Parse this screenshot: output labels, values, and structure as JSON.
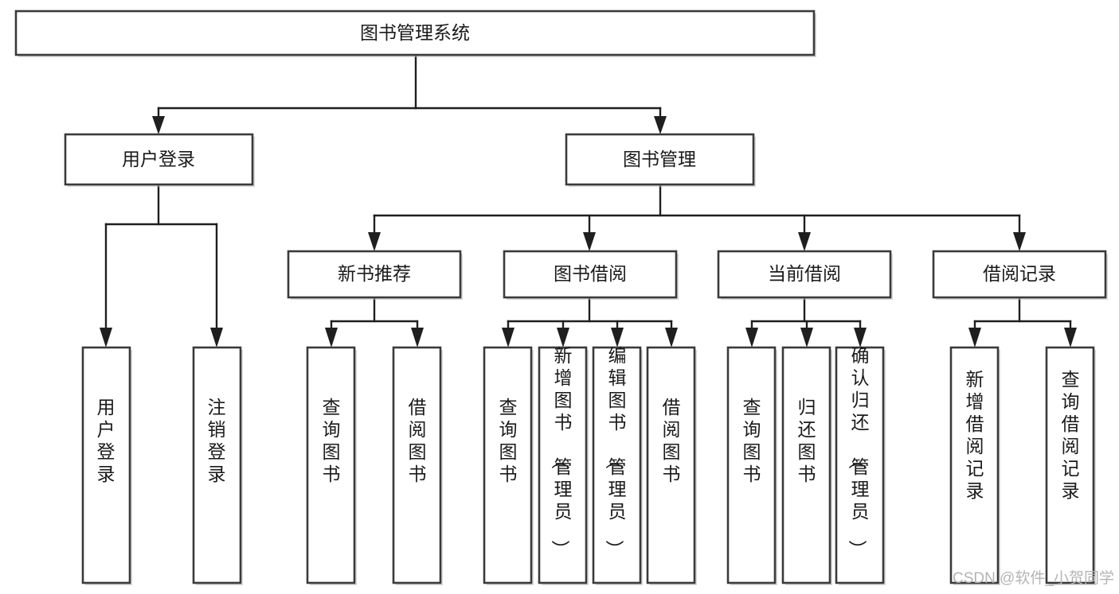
{
  "diagram": {
    "type": "tree-hierarchy-chart",
    "title": "图书管理系统",
    "orientation": "top-down",
    "colors": {
      "box_border": "#3a3a3a",
      "box_fill": "#ffffff",
      "connector": "#1f1f1f",
      "text": "#1a1a1a",
      "watermark": "#b4b4b4",
      "background": "#ffffff"
    },
    "root": {
      "id": "root",
      "label": "图书管理系统"
    },
    "level2": [
      {
        "id": "user-login",
        "label": "用户登录"
      },
      {
        "id": "book-manage",
        "label": "图书管理"
      }
    ],
    "level3": [
      {
        "id": "new-book-rec",
        "label": "新书推荐",
        "parent": "book-manage"
      },
      {
        "id": "book-borrow",
        "label": "图书借阅",
        "parent": "book-manage"
      },
      {
        "id": "current-borrow",
        "label": "当前借阅",
        "parent": "book-manage"
      },
      {
        "id": "borrow-record",
        "label": "借阅记录",
        "parent": "book-manage"
      }
    ],
    "leaves": {
      "user-login": [
        {
          "id": "leaf-user-login",
          "label": "用户登录"
        },
        {
          "id": "leaf-user-logout",
          "label": "注销登录"
        }
      ],
      "new-book-rec": [
        {
          "id": "leaf-query-book-1",
          "label": "查询图书"
        },
        {
          "id": "leaf-borrow-book-1",
          "label": "借阅图书"
        }
      ],
      "book-borrow": [
        {
          "id": "leaf-query-book-2",
          "label": "查询图书"
        },
        {
          "id": "leaf-add-book",
          "label": "新增图书（管理员）"
        },
        {
          "id": "leaf-edit-book",
          "label": "编辑图书（管理员）"
        },
        {
          "id": "leaf-borrow-book-2",
          "label": "借阅图书"
        }
      ],
      "current-borrow": [
        {
          "id": "leaf-query-book-3",
          "label": "查询图书"
        },
        {
          "id": "leaf-return-book",
          "label": "归还图书"
        },
        {
          "id": "leaf-confirm-return",
          "label": "确认归还（管理员）"
        }
      ],
      "borrow-record": [
        {
          "id": "leaf-add-record",
          "label": "新增借阅记录"
        },
        {
          "id": "leaf-query-record",
          "label": "查询借阅记录"
        }
      ]
    }
  },
  "watermark": {
    "label": "CSDN @软件_小贺同学"
  }
}
